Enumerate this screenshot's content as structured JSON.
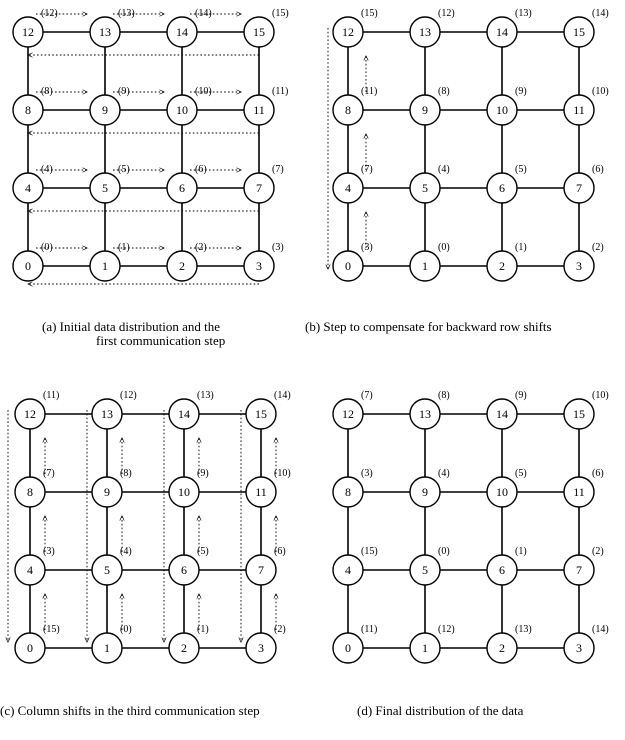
{
  "panels": [
    {
      "id": "a",
      "caption": [
        "(a)  Initial data distribution and the",
        "first communication step"
      ],
      "tags": [
        [
          "(0)",
          "(1)",
          "(2)",
          "(3)"
        ],
        [
          "(4)",
          "(5)",
          "(6)",
          "(7)"
        ],
        [
          "(8)",
          "(9)",
          "(10)",
          "(11)"
        ],
        [
          "(12)",
          "(13)",
          "(14)",
          "(15)"
        ]
      ],
      "arrows": "rows"
    },
    {
      "id": "b",
      "caption": [
        "(b)  Step to compensate for backward row shifts"
      ],
      "tags": [
        [
          "(3)",
          "(0)",
          "(1)",
          "(2)"
        ],
        [
          "(7)",
          "(4)",
          "(5)",
          "(6)"
        ],
        [
          "(11)",
          "(8)",
          "(9)",
          "(10)"
        ],
        [
          "(15)",
          "(12)",
          "(13)",
          "(14)"
        ]
      ],
      "arrows": "col0"
    },
    {
      "id": "c",
      "caption": [
        "(c)  Column shifts in the third communication step"
      ],
      "tags": [
        [
          "(15)",
          "(0)",
          "(1)",
          "(2)"
        ],
        [
          "(3)",
          "(4)",
          "(5)",
          "(6)"
        ],
        [
          "(7)",
          "(8)",
          "(9)",
          "(10)"
        ],
        [
          "(11)",
          "(12)",
          "(13)",
          "(14)"
        ]
      ],
      "arrows": "cols"
    },
    {
      "id": "d",
      "caption": [
        "(d)  Final distribution of the data"
      ],
      "tags": [
        [
          "(11)",
          "(12)",
          "(13)",
          "(14)"
        ],
        [
          "(15)",
          "(0)",
          "(1)",
          "(2)"
        ],
        [
          "(3)",
          "(4)",
          "(5)",
          "(6)"
        ],
        [
          "(7)",
          "(8)",
          "(9)",
          "(10)"
        ]
      ],
      "arrows": "none"
    }
  ],
  "node_labels": [
    [
      "0",
      "1",
      "2",
      "3"
    ],
    [
      "4",
      "5",
      "6",
      "7"
    ],
    [
      "8",
      "9",
      "10",
      "11"
    ],
    [
      "12",
      "13",
      "14",
      "15"
    ]
  ]
}
